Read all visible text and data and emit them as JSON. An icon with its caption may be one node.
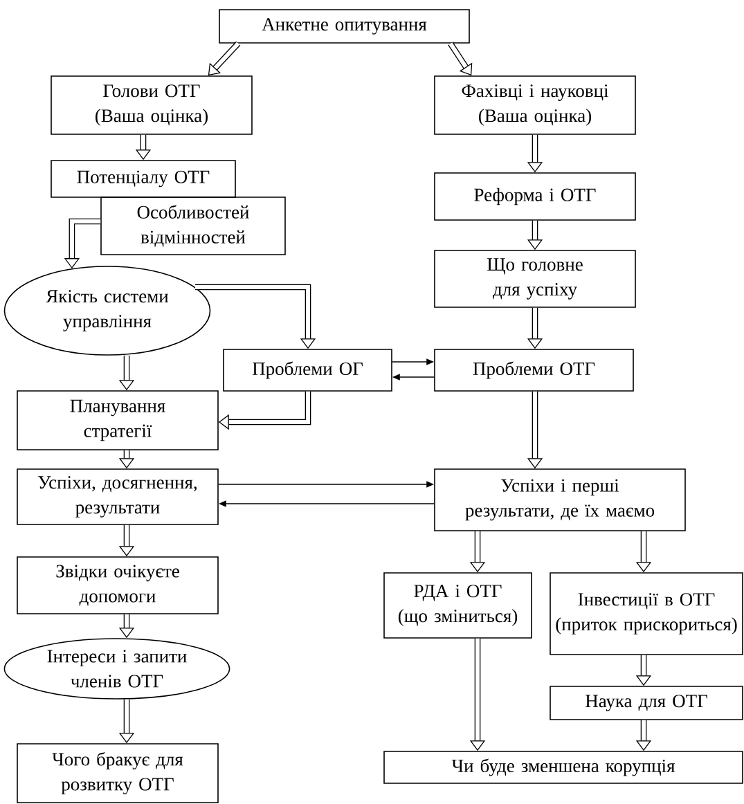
{
  "diagram": {
    "nodes": [
      {
        "text": [
          "Анкетне опитування"
        ]
      },
      {
        "text": [
          "Голови ОТГ (Ваша оцінка)"
        ]
      },
      {
        "text": [
          "Потенціалу ОТГ"
        ]
      },
      {
        "text": [
          "Особливостей відмінностей"
        ]
      },
      {
        "text": [
          "Якість системи управління"
        ]
      },
      {
        "text": [
          "Проблеми ОГ"
        ]
      },
      {
        "text": [
          "Проблеми ОТГ"
        ]
      },
      {
        "text": [
          "Планування стратегії"
        ]
      },
      {
        "text": [
          "Успіхи, досягнення, результати"
        ]
      },
      {
        "text": [
          "Успіхи і перші результати, де їх маємо"
        ]
      },
      {
        "text": [
          "Звідки очікуєте допомоги"
        ]
      },
      {
        "text": [
          "Інтереси і запити членів ОТГ"
        ]
      },
      {
        "text": [
          "Чого бракує для розвитку ОТГ"
        ]
      },
      {
        "text": [
          "Фахівці і науковці (Ваша оцінка)"
        ]
      },
      {
        "text": [
          "Реформа і ОТГ"
        ]
      },
      {
        "text": [
          "Що головне для успіху"
        ]
      },
      {
        "text": [
          "РДА і ОТГ (що зміниться)"
        ]
      },
      {
        "text": [
          "Інвестиції в ОТГ (приток прискориться)"
        ]
      },
      {
        "text": [
          "Наука для ОТГ"
        ]
      },
      {
        "text": [
          "Чи буде зменшена корупція"
        ]
      }
    ],
    "edges": [
      {
        "from": 0,
        "to": 1,
        "arrow": "to"
      },
      {
        "from": 0,
        "to": 13,
        "arrow": "to"
      },
      {
        "from": 1,
        "to": 2,
        "arrow": "to"
      },
      {
        "from": 3,
        "to": 4,
        "arrow": "to"
      },
      {
        "from": 13,
        "to": 14,
        "arrow": "to"
      },
      {
        "from": 14,
        "to": 15,
        "arrow": "to"
      },
      {
        "from": 15,
        "to": 6,
        "arrow": "to"
      },
      {
        "from": 4,
        "to": 5,
        "arrow": "to"
      },
      {
        "from": 4,
        "to": 7,
        "arrow": "to"
      },
      {
        "from": 5,
        "to": 7,
        "arrow": "to"
      },
      {
        "from": 5,
        "to": 6,
        "arrow": "to"
      },
      {
        "from": 6,
        "to": 5,
        "arrow": "to"
      },
      {
        "from": 6,
        "to": 9,
        "arrow": "to"
      },
      {
        "from": 7,
        "to": 8,
        "arrow": "to"
      },
      {
        "from": 8,
        "to": 9,
        "arrow": "to"
      },
      {
        "from": 9,
        "to": 8,
        "arrow": "to"
      },
      {
        "from": 8,
        "to": 10,
        "arrow": "to"
      },
      {
        "from": 10,
        "to": 11,
        "arrow": "to"
      },
      {
        "from": 11,
        "to": 12,
        "arrow": "to"
      },
      {
        "from": 9,
        "to": 16,
        "arrow": "to"
      },
      {
        "from": 9,
        "to": 17,
        "arrow": "to"
      },
      {
        "from": 16,
        "to": 19,
        "arrow": "to"
      },
      {
        "from": 17,
        "to": 18,
        "arrow": "to"
      },
      {
        "from": 18,
        "to": 19,
        "arrow": "to"
      }
    ]
  }
}
